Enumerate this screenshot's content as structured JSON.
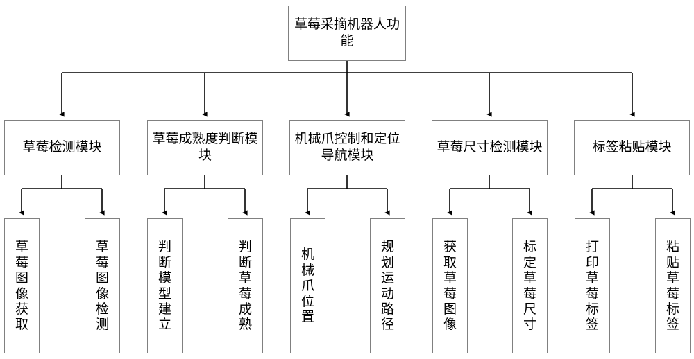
{
  "diagram": {
    "title": "草莓采摘机器人功能",
    "type": "tree-hierarchy-flowchart",
    "colors": {
      "box_border": "#808080",
      "box_fill": "#ffffff",
      "connector": "#000000",
      "text": "#000000"
    },
    "root": {
      "label": "草莓采摘机器人功能"
    },
    "modules": [
      {
        "label": "草莓检测模块"
      },
      {
        "label": "草莓成熟度判断模块"
      },
      {
        "label": "机械爪控制和定位导航模块"
      },
      {
        "label": "草莓尺寸检测模块"
      },
      {
        "label": "标签粘贴模块"
      }
    ],
    "leaves": [
      {
        "label": "草莓图像获取"
      },
      {
        "label": "草莓图像检测"
      },
      {
        "label": "判断模型建立"
      },
      {
        "label": "判断草莓成熟"
      },
      {
        "label": "机械爪位置"
      },
      {
        "label": "规划运动路径"
      },
      {
        "label": "获取草莓图像"
      },
      {
        "label": "标定草莓尺寸"
      },
      {
        "label": "打印草莓标签"
      },
      {
        "label": "粘贴草莓标签"
      }
    ]
  }
}
